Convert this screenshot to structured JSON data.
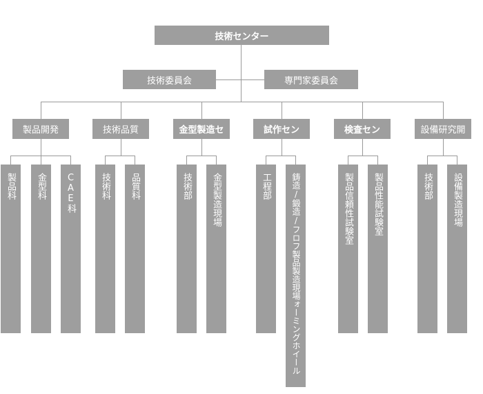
{
  "root": "技術センター",
  "committees": [
    "技術委員会",
    "専門家委員会"
  ],
  "departments": [
    {
      "name": "製品開発",
      "children": [
        "製品科",
        "金型科",
        "CAE科"
      ]
    },
    {
      "name": "技術品質",
      "children": [
        "技術科",
        "品質科"
      ]
    },
    {
      "name": "金型製造セ",
      "children": [
        "技術部",
        "金型製造現場"
      ]
    },
    {
      "name": "試作セン",
      "children": [
        "工程部",
        "鋳造/鍛造/フロフ製品製造現場ォーミングホイール"
      ]
    },
    {
      "name": "検査セン",
      "children": [
        "製品信頼性試験室",
        "製品性能試験室"
      ]
    },
    {
      "name": "設備研究開",
      "children": [
        "技術部",
        "設備製造現場"
      ]
    }
  ]
}
